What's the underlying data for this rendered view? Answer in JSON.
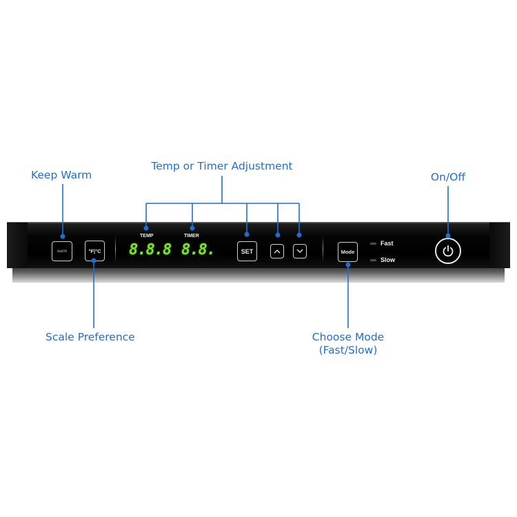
{
  "callouts": {
    "keep_warm": "Keep Warm",
    "adjustment": "Temp or Timer Adjustment",
    "on_off": "On/Off",
    "scale_preference": "Scale Preference",
    "choose_mode_line1": "Choose Mode",
    "choose_mode_line2": "(Fast/Slow)"
  },
  "panel": {
    "warm_label": "warm",
    "scale_label": "°F|°C",
    "temp_label": "TEMP",
    "temp_display": "8.8.8",
    "timer_label": "TIMER",
    "timer_display": "8.8.",
    "set_label": "SET",
    "mode_label": "Mode",
    "fast_label": "Fast",
    "slow_label": "Slow"
  },
  "icons": {
    "up": "chevron-up-icon",
    "down": "chevron-down-icon",
    "power": "power-icon"
  },
  "colors": {
    "callout": "#1f6fd1",
    "display": "#7fe22f",
    "panel": "#000000"
  }
}
